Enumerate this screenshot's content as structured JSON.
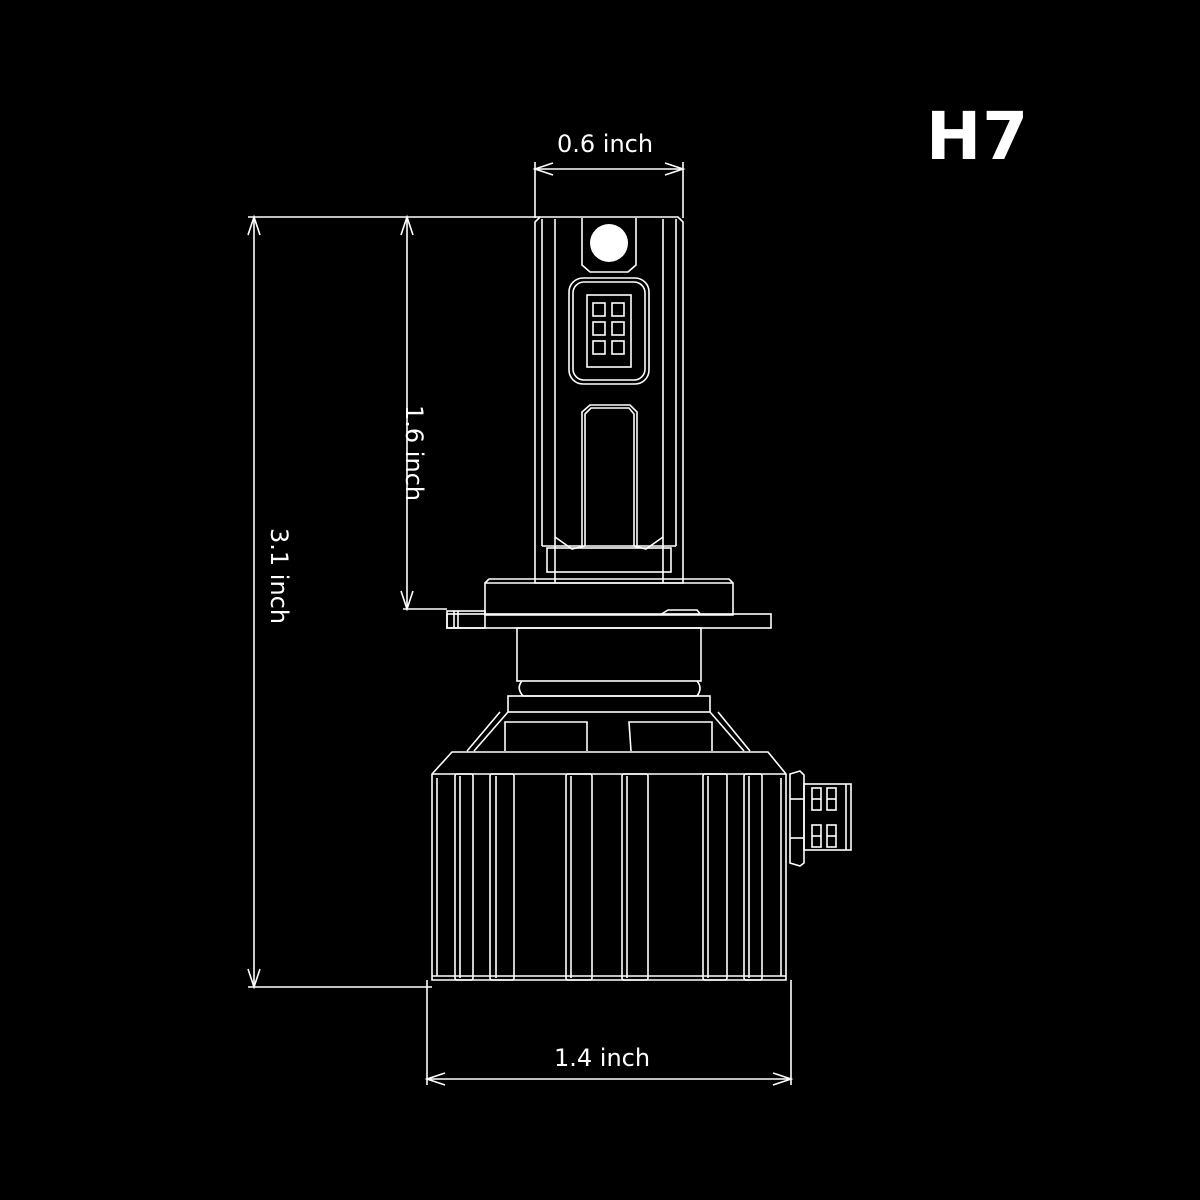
{
  "title": "H7",
  "dimensions": {
    "stem_width": "0.6 inch",
    "stem_height": "1.6 inch",
    "total_height": "3.1 inch",
    "base_width": "1.4 inch"
  },
  "colors": {
    "background": "#000000",
    "line": "#ffffff"
  }
}
